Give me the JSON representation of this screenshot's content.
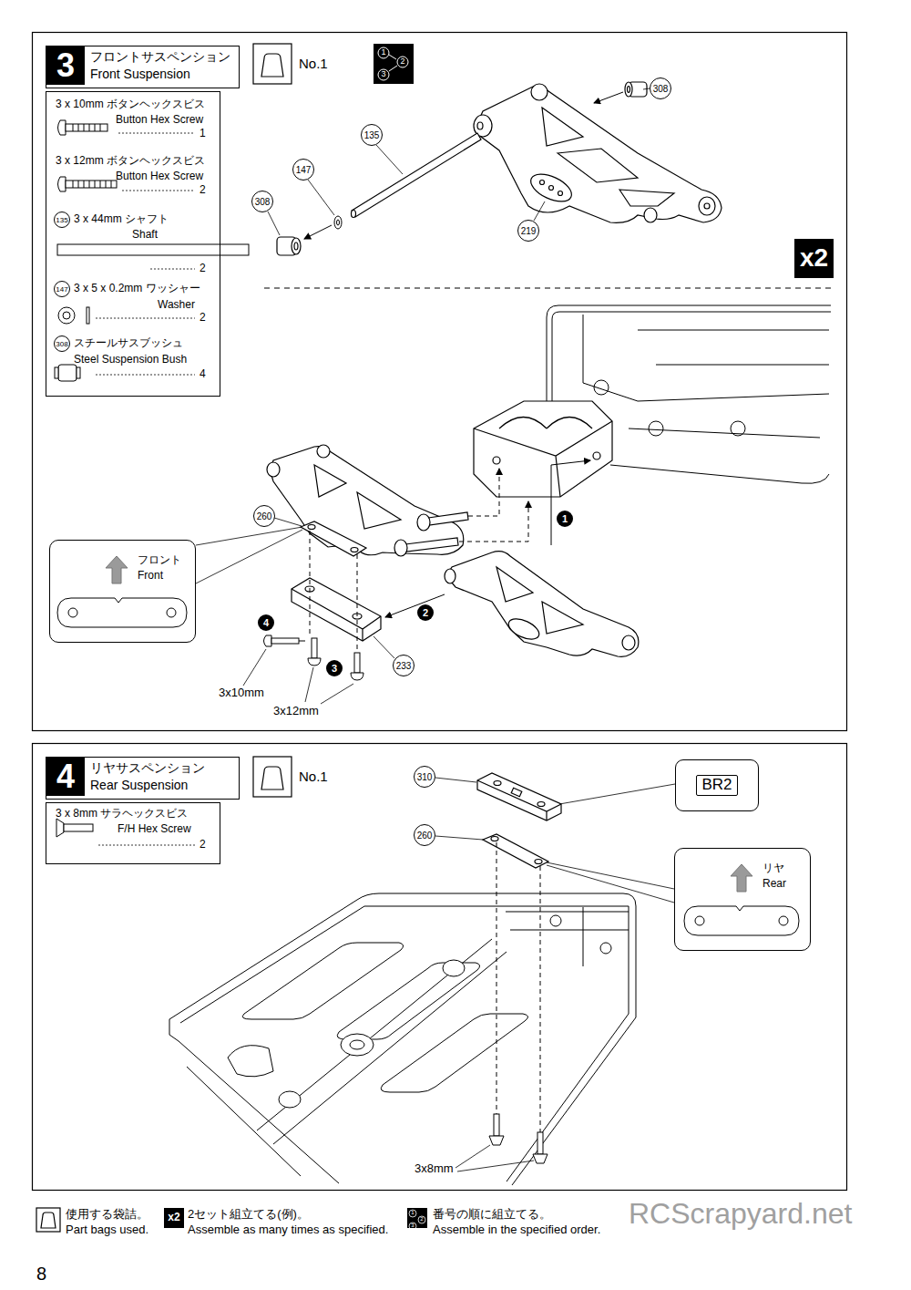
{
  "diagram": {
    "nodes": [
      {
        "text": [
          "3",
          "フロントサスペンション",
          "Front Suspension"
        ]
      },
      {
        "text": [
          "3 x 10mm ボタンヘックスビス",
          "Button Hex Screw",
          "1",
          "3 x 12mm ボタンヘックスビス",
          "Button Hex Screw",
          "2",
          "135",
          "3 x 44mm シャフト",
          "Shaft",
          "2",
          "147",
          "3 x 5 x 0.2mm ワッシャー",
          "Washer",
          "2",
          "308",
          "スチールサスブッシュ",
          "Steel Suspension Bush",
          "4"
        ]
      },
      {
        "text": [
          "308"
        ]
      },
      {
        "text": [
          "135"
        ]
      },
      {
        "text": [
          "147"
        ]
      },
      {
        "text": [
          "308"
        ]
      },
      {
        "text": [
          "219"
        ]
      },
      {
        "text": [
          "x2"
        ]
      },
      {
        "text": [
          "260"
        ]
      },
      {
        "text": [
          "フロント",
          "Front"
        ]
      },
      {
        "text": [
          "1"
        ]
      },
      {
        "text": [
          "2"
        ]
      },
      {
        "text": [
          "4"
        ]
      },
      {
        "text": [
          "3"
        ]
      },
      {
        "text": [
          "233"
        ]
      },
      {
        "text": [
          "4",
          "リヤサスペンション",
          "Rear Suspension"
        ]
      },
      {
        "text": [
          "3 x 8mm サラヘックスビス",
          "F/H Hex Screw",
          "2"
        ]
      },
      {
        "text": [
          "310"
        ]
      },
      {
        "text": [
          "BR2"
        ]
      },
      {
        "text": [
          "260"
        ]
      },
      {
        "text": [
          "リヤ",
          "Rear"
        ]
      },
      {
        "text": [
          "x2"
        ]
      }
    ],
    "labels": [
      "No.1",
      "1",
      "2",
      "3",
      "3x10mm",
      "3x12mm",
      "No.1",
      "3x8mm",
      "使用する袋詰。",
      "Part bags used.",
      "2セット組立てる(例)。",
      "Assemble as many times as specified.",
      "番号の順に組立てる。",
      "Assemble in the specified order.",
      "1",
      "2",
      "3",
      "RCScrapyard.net",
      "8"
    ]
  }
}
